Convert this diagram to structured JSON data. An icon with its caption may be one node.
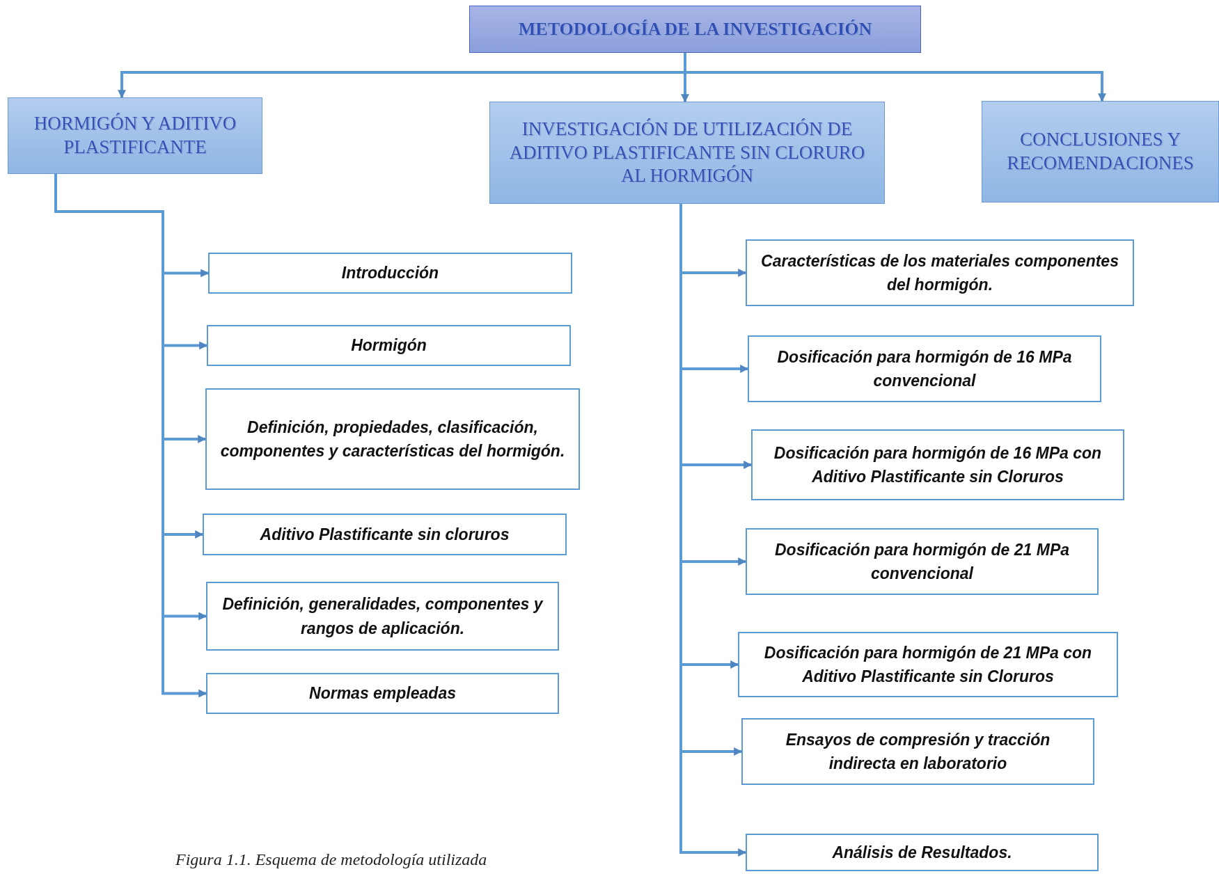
{
  "diagram": {
    "caption": "Figura 1.1. Esquema de metodología utilizada",
    "nodes": [
      {
        "text": [
          "METODOLOGÍA DE LA INVESTIGACIÓN"
        ]
      },
      {
        "text": [
          "HORMIGÓN Y ADITIVO PLASTIFICANTE"
        ]
      },
      {
        "text": [
          "INVESTIGACIÓN DE UTILIZACIÓN DE ADITIVO PLASTIFICANTE SIN CLORURO AL HORMIGÓN"
        ]
      },
      {
        "text": [
          "CONCLUSIONES Y RECOMENDACIONES"
        ]
      },
      {
        "text": [
          "Introducción"
        ]
      },
      {
        "text": [
          "Hormigón"
        ]
      },
      {
        "text": [
          "Definición, propiedades, clasificación, componentes y características del hormigón."
        ]
      },
      {
        "text": [
          "Aditivo Plastificante sin cloruros"
        ]
      },
      {
        "text": [
          "Definición, generalidades, componentes y rangos de aplicación."
        ]
      },
      {
        "text": [
          "Normas empleadas"
        ]
      },
      {
        "text": [
          "Características de los materiales componentes del hormigón."
        ]
      },
      {
        "text": [
          "Dosificación para hormigón de 16 MPa convencional"
        ]
      },
      {
        "text": [
          "Dosificación para hormigón de 16 MPa con Aditivo Plastificante sin Cloruros"
        ]
      },
      {
        "text": [
          "Dosificación para hormigón de 21 MPa convencional"
        ]
      },
      {
        "text": [
          "Dosificación para hormigón de 21 MPa con Aditivo Plastificante sin Cloruros"
        ]
      },
      {
        "text": [
          "Ensayos de compresión y tracción indirecta en laboratorio"
        ]
      },
      {
        "text": [
          "Análisis de Resultados."
        ]
      }
    ],
    "edges": [
      {
        "from": 0,
        "to": 1,
        "arrow": "to"
      },
      {
        "from": 0,
        "to": 2,
        "arrow": "to"
      },
      {
        "from": 0,
        "to": 3,
        "arrow": "to"
      },
      {
        "from": 1,
        "to": 4,
        "arrow": "to"
      },
      {
        "from": 1,
        "to": 5,
        "arrow": "to"
      },
      {
        "from": 1,
        "to": 6,
        "arrow": "to"
      },
      {
        "from": 1,
        "to": 7,
        "arrow": "to"
      },
      {
        "from": 1,
        "to": 8,
        "arrow": "to"
      },
      {
        "from": 1,
        "to": 9,
        "arrow": "to"
      },
      {
        "from": 2,
        "to": 10,
        "arrow": "to"
      },
      {
        "from": 2,
        "to": 11,
        "arrow": "to"
      },
      {
        "from": 2,
        "to": 12,
        "arrow": "to"
      },
      {
        "from": 2,
        "to": 13,
        "arrow": "to"
      },
      {
        "from": 2,
        "to": 14,
        "arrow": "to"
      },
      {
        "from": 2,
        "to": 15,
        "arrow": "to"
      },
      {
        "from": 2,
        "to": 16,
        "arrow": "to"
      }
    ]
  }
}
